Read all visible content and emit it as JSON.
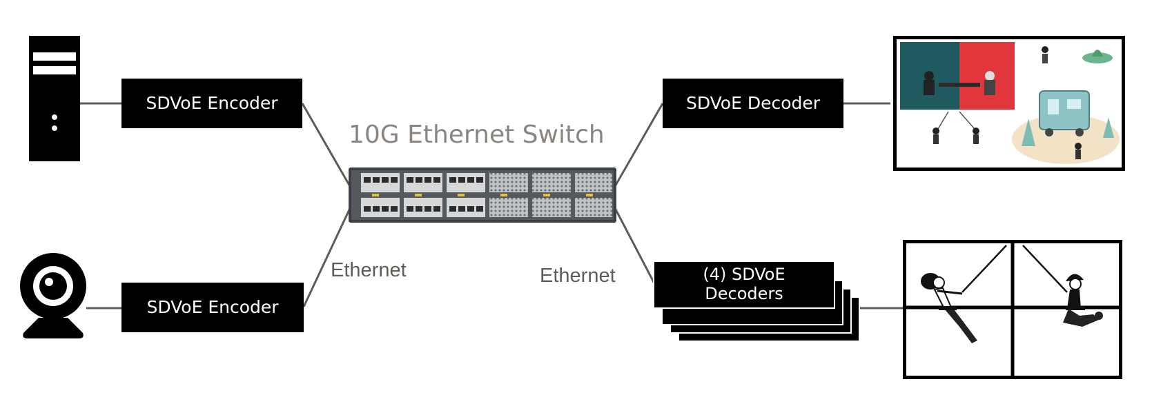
{
  "switch": {
    "title": "10G Ethernet Switch"
  },
  "links": {
    "left_label": "Ethernet",
    "right_label": "Ethernet"
  },
  "encoders": [
    {
      "label": "SDVoE Encoder",
      "source": "computer-tower-icon"
    },
    {
      "label": "SDVoE Encoder",
      "source": "webcam-icon"
    }
  ],
  "decoders": [
    {
      "label": "SDVoE Decoder",
      "display": "single-display-icon"
    },
    {
      "label": "(4) SDVoE Decoders",
      "display": "video-wall-icon"
    }
  ],
  "colors": {
    "line": "#5f5a55",
    "box": "#000000",
    "text": "#ffffff",
    "title": "#8a8580"
  }
}
